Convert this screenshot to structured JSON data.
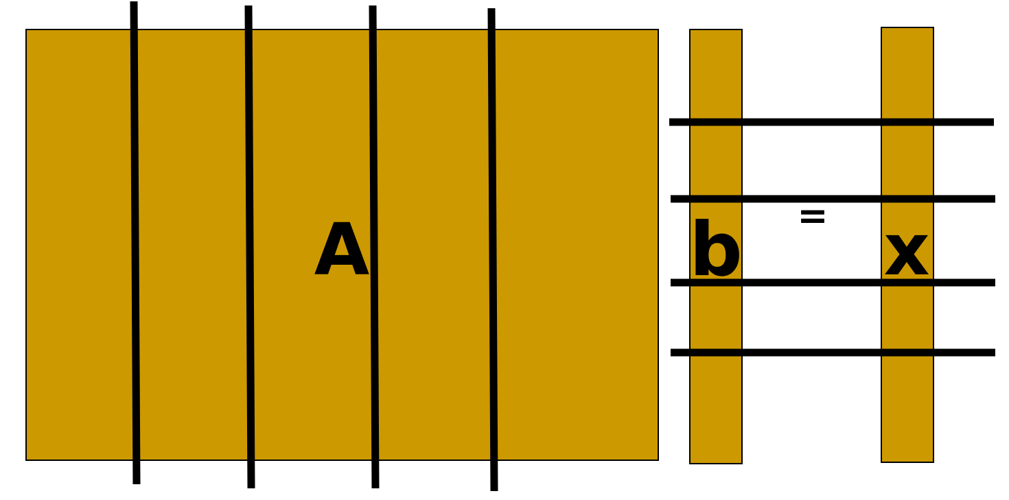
{
  "labels": {
    "matrix": "A",
    "vector_b": "b",
    "equals": "=",
    "vector_x": "x"
  },
  "colors": {
    "fill": "#CC9900",
    "line": "#000000",
    "background": "#FFFFFF"
  }
}
